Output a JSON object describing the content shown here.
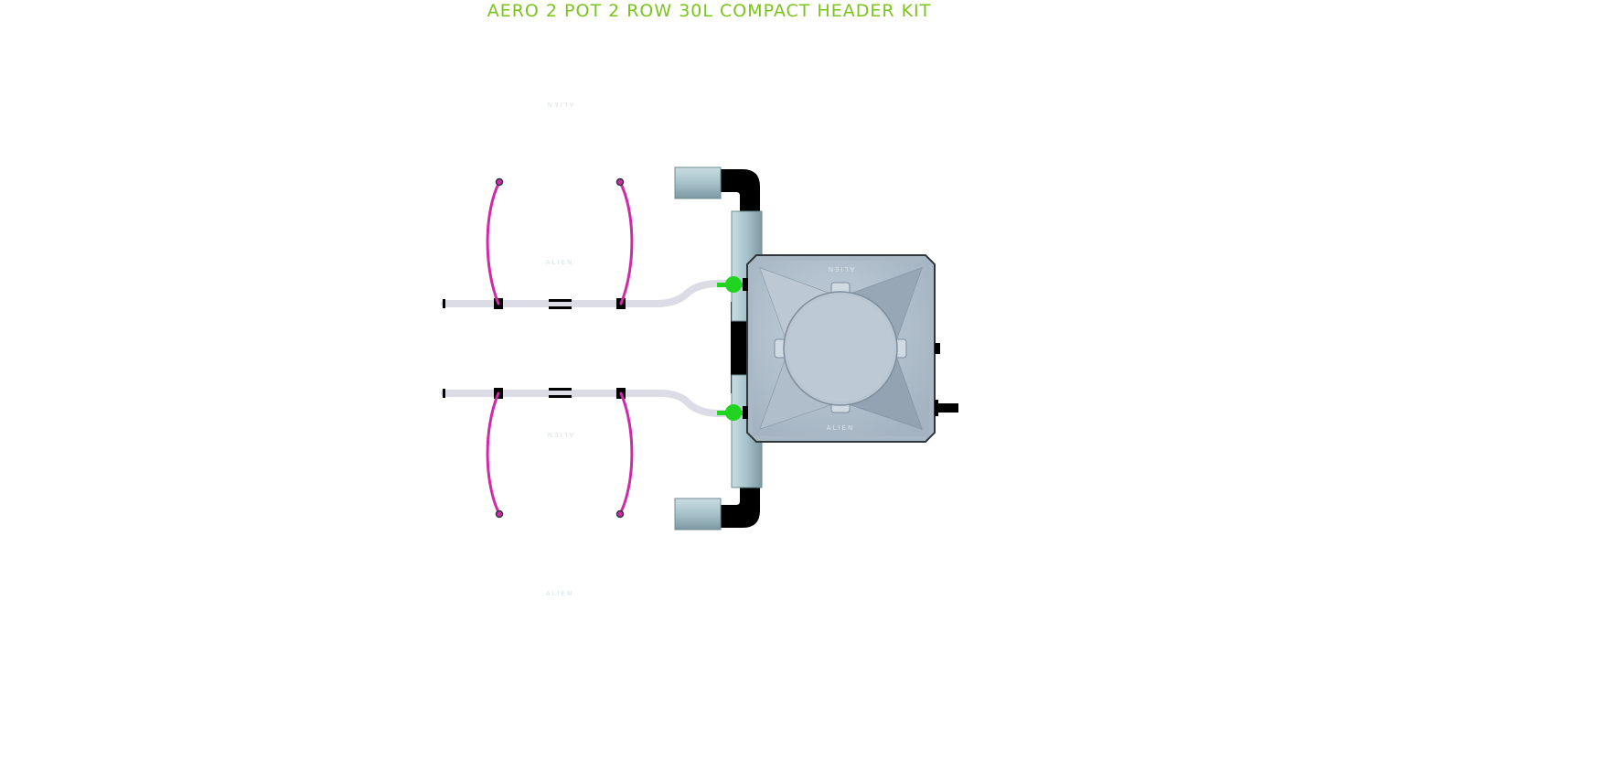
{
  "title": "AERO 2 POT 2 ROW 30L COMPACT HEADER KIT",
  "pot_brand": "ALIEN",
  "colors": {
    "title": "#7ac41c",
    "pot_body": "#b9c7d4",
    "pot_frame": "#aab8c6",
    "pot_dark": "#3d454c",
    "pipe": "#000000",
    "pipe_sleeve": "#a9c4cc",
    "drip_line": "#d02aa8",
    "feed_hose": "#dcdce6",
    "valve": "#22d422"
  },
  "icons": {
    "pot": "square-aeroponic-pot",
    "reservoir": "square-reservoir-tank",
    "valve": "green-valve-icon"
  }
}
